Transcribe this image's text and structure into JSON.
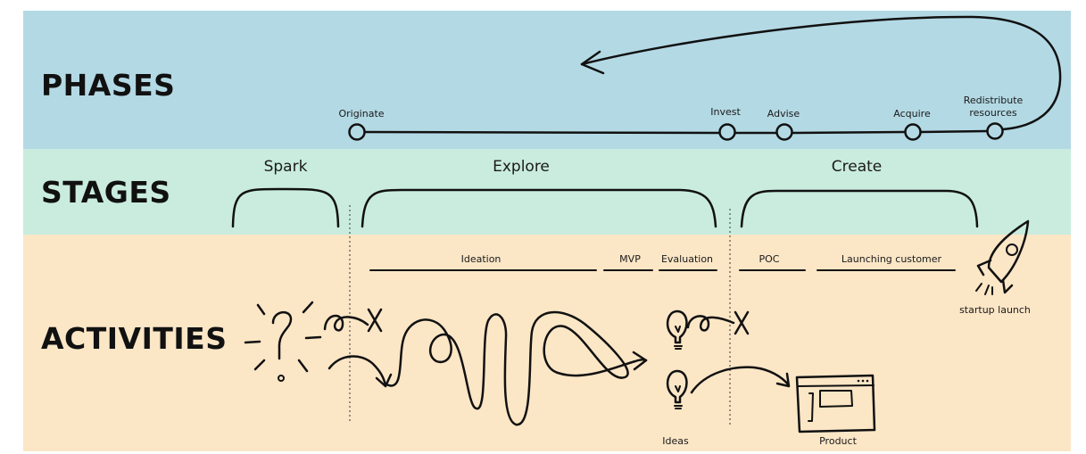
{
  "rows": {
    "phases": "PHASES",
    "stages": "STAGES",
    "activities": "ACTIVITIES"
  },
  "phases": {
    "originate": "Originate",
    "invest": "Invest",
    "advise": "Advise",
    "acquire": "Acquire",
    "redistribute_line1": "Redistribute",
    "redistribute_line2": "resources"
  },
  "stages": {
    "spark": "Spark",
    "explore": "Explore",
    "create": "Create"
  },
  "activities": {
    "ideation": "Ideation",
    "mvp": "MVP",
    "evaluation": "Evaluation",
    "poc": "POC",
    "launching_customer": "Launching customer",
    "startup_launch": "startup launch",
    "ideas": "Ideas",
    "product": "Product"
  },
  "colors": {
    "phases_band": "#b3d9e4",
    "stages_band": "#c9ecdf",
    "activities_band": "#fbe6c6",
    "ink": "#111111"
  },
  "icons": [
    "question-mark-icon",
    "lightbulb-icon",
    "rocket-icon",
    "browser-window-icon",
    "cross-icon",
    "arrow-icon"
  ]
}
